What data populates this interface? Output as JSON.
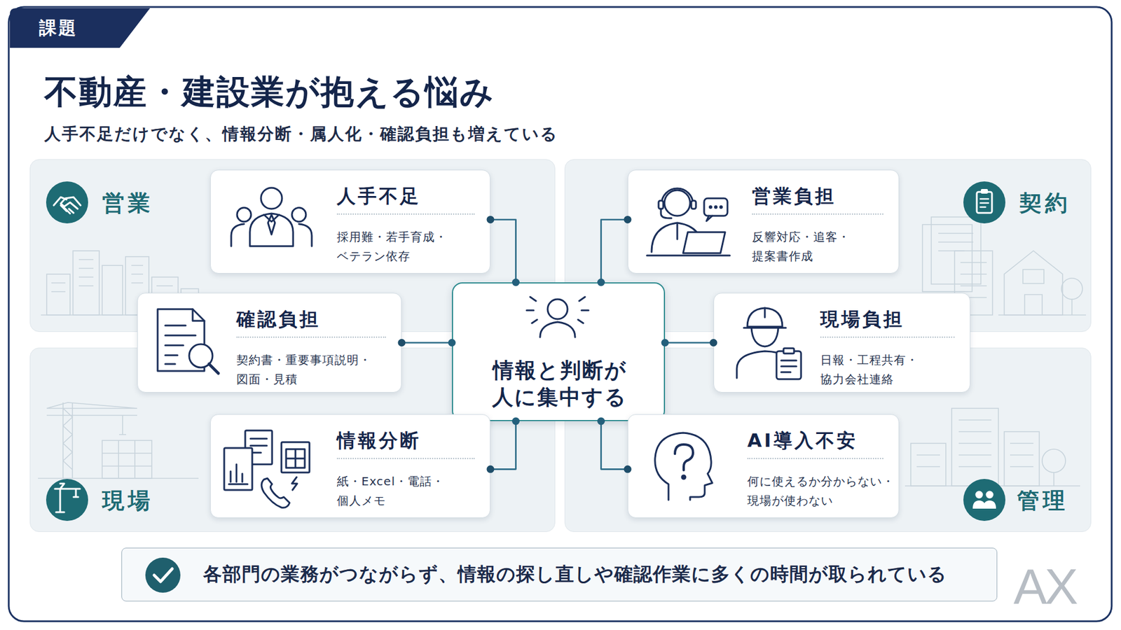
{
  "diagram": {
    "title": "不動産・建設業が抱える悩み",
    "caption": "人手不足だけでなく、情報分断・属人化・確認負担も増えている",
    "nodes": [
      {
        "text": [
          "課題"
        ]
      },
      {
        "text": [
          "営業"
        ]
      },
      {
        "text": [
          "人手不足",
          "採用難・若手育成・ ベテラン依存"
        ],
        "in": 1
      },
      {
        "text": [
          "契約"
        ]
      },
      {
        "text": [
          "営業負担",
          "反響対応・追客・ 提案書作成"
        ],
        "in": 3
      },
      {
        "text": [
          "確認負担",
          "契約書・重要事項説明・ 図面・見積"
        ]
      },
      {
        "text": [
          "情報と判断が 人に集中する"
        ]
      },
      {
        "text": [
          "現場負担",
          "日報・工程共有・ 協力会社連絡"
        ]
      },
      {
        "text": [
          "現場"
        ]
      },
      {
        "text": [
          "情報分断",
          "紙・Excel・電話・ 個人メモ"
        ],
        "in": 8
      },
      {
        "text": [
          "管理"
        ]
      },
      {
        "text": [
          "AI導入不安",
          "何に使えるか分からない・ 現場が使わない"
        ],
        "in": 10
      },
      {
        "text": [
          "各部門の業務がつながらず、情報の探し直しや確認作業に多くの時間が取られている"
        ]
      }
    ],
    "edges": [
      {
        "from": 2,
        "to": 6,
        "arrow": "none"
      },
      {
        "from": 4,
        "to": 6,
        "arrow": "none"
      },
      {
        "from": 5,
        "to": 6,
        "arrow": "none"
      },
      {
        "from": 7,
        "to": 6,
        "arrow": "none"
      },
      {
        "from": 9,
        "to": 6,
        "arrow": "none"
      },
      {
        "from": 11,
        "to": 6,
        "arrow": "none"
      }
    ],
    "labels": [
      "AX"
    ]
  }
}
